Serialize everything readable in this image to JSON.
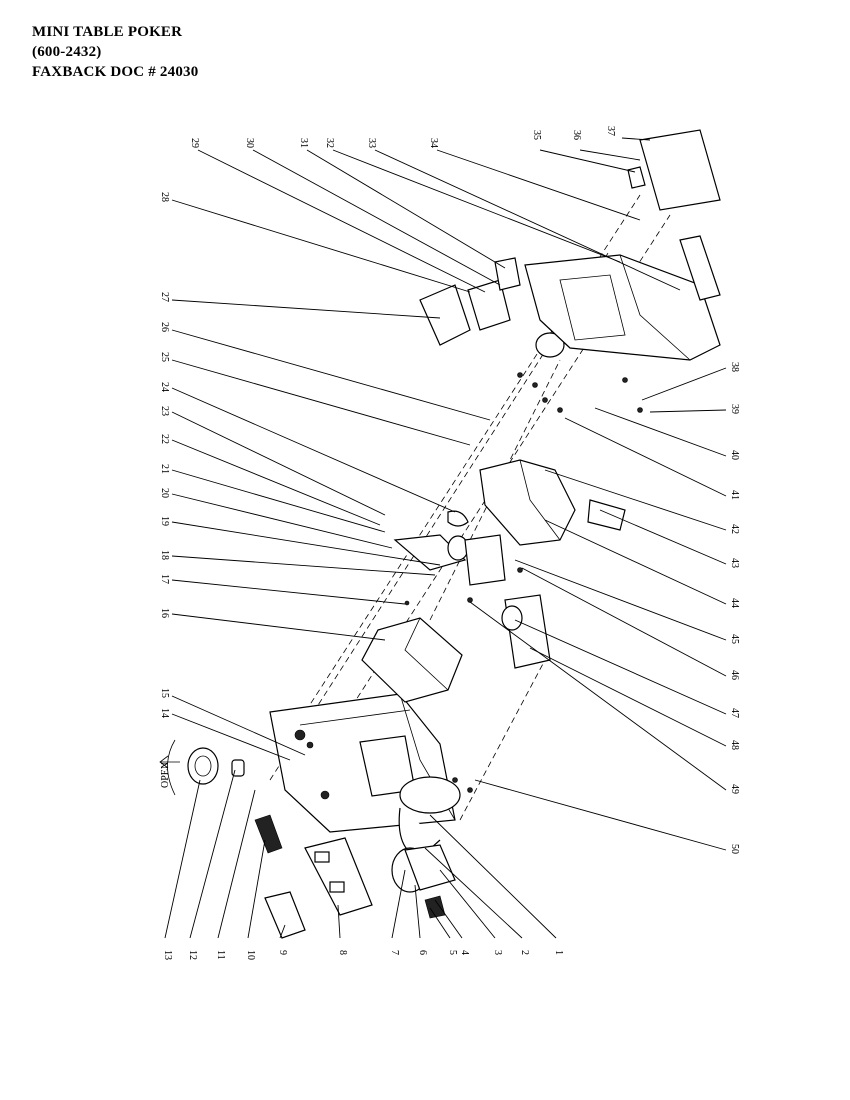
{
  "header": {
    "line1": "MINI TABLE POKER",
    "line2": "(600-2432)",
    "line3": "FAXBACK DOC # 24030"
  },
  "diagram": {
    "open_label": "OPEN",
    "part_numbers": [
      "1",
      "2",
      "3",
      "4",
      "5",
      "6",
      "7",
      "8",
      "9",
      "10",
      "11",
      "12",
      "13",
      "14",
      "15",
      "16",
      "17",
      "18",
      "19",
      "20",
      "21",
      "22",
      "23",
      "24",
      "25",
      "26",
      "27",
      "28",
      "29",
      "30",
      "31",
      "32",
      "33",
      "34",
      "35",
      "36",
      "37",
      "38",
      "39",
      "40",
      "41",
      "42",
      "43",
      "44",
      "45",
      "46",
      "47",
      "48",
      "49",
      "50"
    ]
  }
}
